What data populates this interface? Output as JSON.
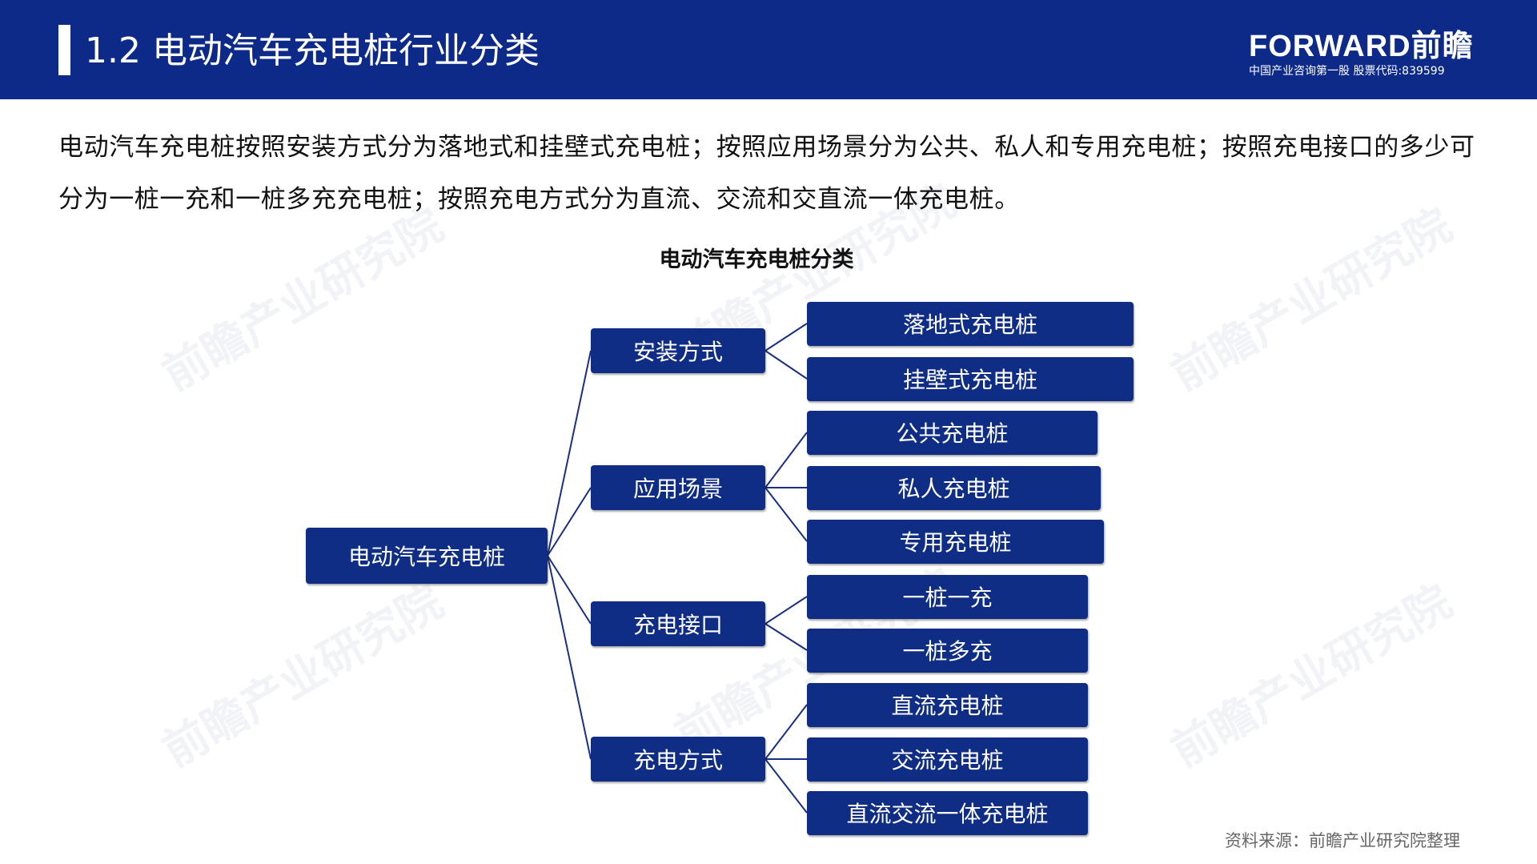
{
  "header": {
    "title": "1.2 电动汽车充电桩行业分类",
    "logo_main": "FORWARD前瞻",
    "logo_sub": "中国产业咨询第一股  股票代码:839599"
  },
  "intro": "电动汽车充电桩按照安装方式分为落地式和挂壁式充电桩；按照应用场景分为公共、私人和专用充电桩；按照充电接口的多少可分为一桩一充和一桩多充充电桩；按照充电方式分为直流、交流和交直流一体充电桩。",
  "diagram": {
    "title": "电动汽车充电桩分类",
    "root": "电动汽车充电桩",
    "groups": [
      {
        "label": "安装方式",
        "children": [
          "落地式充电桩",
          "挂壁式充电桩"
        ]
      },
      {
        "label": "应用场景",
        "children": [
          "公共充电桩",
          "私人充电桩",
          "专用充电桩"
        ]
      },
      {
        "label": "充电接口",
        "children": [
          "一桩一充",
          "一桩多充"
        ]
      },
      {
        "label": "充电方式",
        "children": [
          "直流充电桩",
          "交流充电桩",
          "直流交流一体充电桩"
        ]
      }
    ]
  },
  "source": "资料来源：前瞻产业研究院整理",
  "watermark": "前瞻产业研究院",
  "colors": {
    "brand": "#0d2a88",
    "box": "#0f2d84"
  }
}
